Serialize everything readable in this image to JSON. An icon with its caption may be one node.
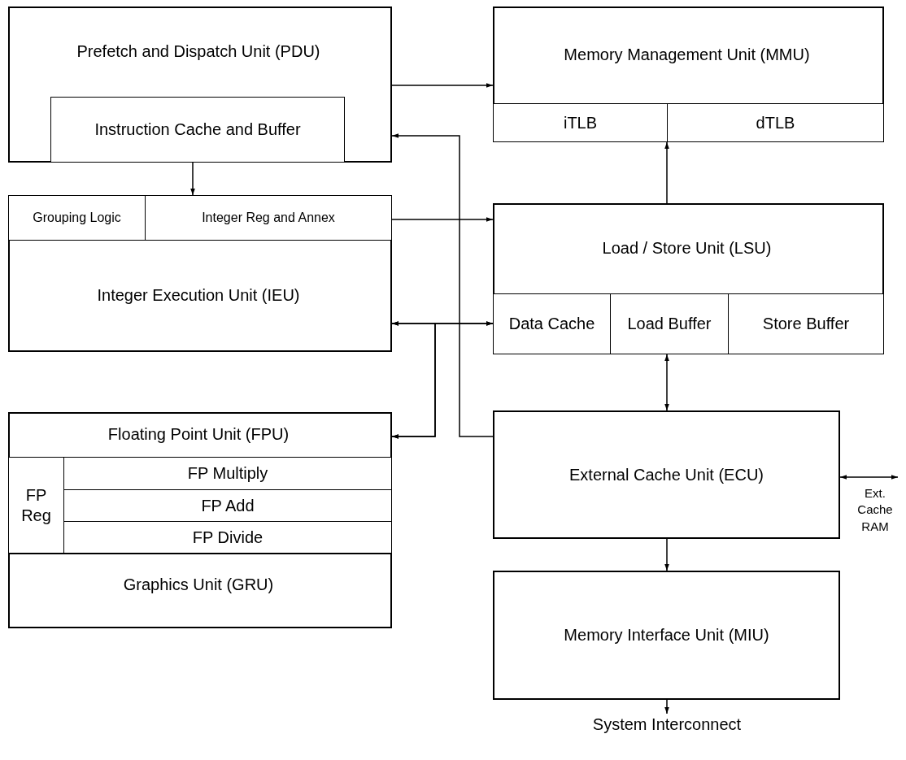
{
  "diagram": {
    "nodes": [
      {
        "text": [
          "Prefetch and Dispatch Unit (PDU)"
        ]
      },
      {
        "text": [
          "Instruction Cache and Buffer"
        ],
        "in": 0
      },
      {
        "text": [
          "Memory Management Unit (MMU)"
        ]
      },
      {
        "text": [
          "iTLB"
        ],
        "in": 2
      },
      {
        "text": [
          "dTLB"
        ],
        "in": 2
      },
      {
        "text": [
          "Integer Execution Unit (IEU)"
        ]
      },
      {
        "text": [
          "Grouping Logic"
        ],
        "in": 5
      },
      {
        "text": [
          "Integer Reg and Annex"
        ],
        "in": 5
      },
      {
        "text": [
          "Load / Store Unit (LSU)"
        ]
      },
      {
        "text": [
          "Data Cache"
        ],
        "in": 8
      },
      {
        "text": [
          "Load Buffer"
        ],
        "in": 8
      },
      {
        "text": [
          "Store Buffer"
        ],
        "in": 8
      },
      {
        "text": [
          "Floating Point Unit (FPU)"
        ]
      },
      {
        "text": [
          "FP Reg"
        ],
        "in": 12
      },
      {
        "text": [
          "FP Multiply"
        ],
        "in": 12
      },
      {
        "text": [
          "FP Add"
        ],
        "in": 12
      },
      {
        "text": [
          "FP Divide"
        ],
        "in": 12
      },
      {
        "text": [
          "Graphics Unit (GRU)"
        ]
      },
      {
        "text": [
          "External Cache Unit (ECU)"
        ]
      },
      {
        "text": [
          "Memory Interface Unit (MIU)"
        ]
      },
      {
        "text": [
          "System Interconnect"
        ]
      }
    ],
    "edges": [
      {
        "from": 0,
        "to": 2,
        "arrow": "to"
      },
      {
        "from": 18,
        "to": 0,
        "arrow": "to"
      },
      {
        "from": 0,
        "to": 5,
        "arrow": "to"
      },
      {
        "from": 7,
        "to": 8,
        "arrow": "to"
      },
      {
        "from": 5,
        "to": 8,
        "arrow": "both"
      },
      {
        "from": 8,
        "to": 12,
        "arrow": "both"
      },
      {
        "from": 5,
        "to": 12,
        "arrow": "both"
      },
      {
        "from": 8,
        "to": 2,
        "arrow": "to"
      },
      {
        "from": 8,
        "to": 18,
        "arrow": "both"
      },
      {
        "from": 18,
        "to": 19,
        "arrow": "to"
      },
      {
        "from": 18,
        "to": null,
        "arrow": "both",
        "label": "Ext. Cache RAM"
      },
      {
        "from": 19,
        "to": 20,
        "arrow": "to"
      }
    ]
  }
}
